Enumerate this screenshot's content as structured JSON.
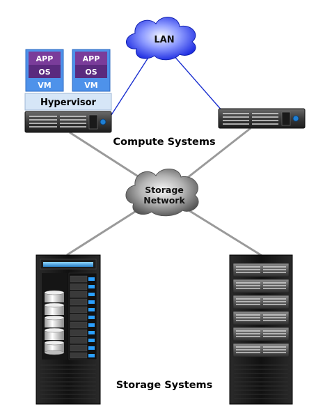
{
  "clouds": {
    "lan": "LAN",
    "storage_network": [
      "Storage",
      "Network"
    ]
  },
  "vm_stack": {
    "app": "APP",
    "os": "OS",
    "vm": "VM"
  },
  "hypervisor": "Hypervisor",
  "labels": {
    "compute_systems": "Compute Systems",
    "storage_systems": "Storage Systems"
  },
  "colors": {
    "lan_link": "#1a2fd0",
    "storage_link": "#9a9a9a",
    "vm_app": "#7a3c9a",
    "vm_os": "#5a2a7e",
    "vm_frame": "#4e92ea",
    "hypervisor_bg": "#d6e6f7"
  }
}
